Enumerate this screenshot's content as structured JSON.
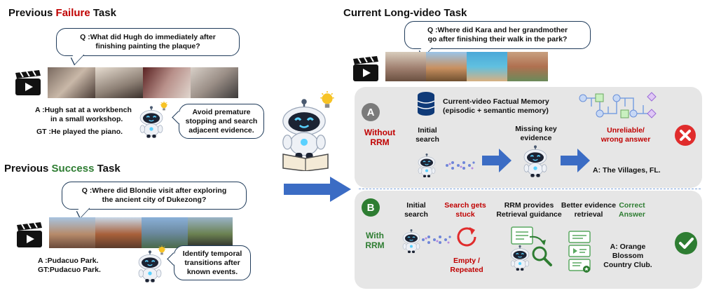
{
  "left": {
    "failure_title_pre": "Previous ",
    "failure_title_hl": "Failure",
    "failure_title_post": " Task",
    "failure_question_l1": "Q :What did Hugh do immediately after",
    "failure_question_l2": "finishing painting the plaque?",
    "failure_answer_l1": "A :Hugh sat at a workbench",
    "failure_answer_l2": "in a small workshop.",
    "failure_gt": "GT :He played the piano.",
    "failure_tip_l1": "Avoid premature",
    "failure_tip_l2": "stopping and search",
    "failure_tip_l3": "adjacent evidence.",
    "success_title_pre": "Previous ",
    "success_title_hl": "Success",
    "success_title_post": " Task",
    "success_question_l1": "Q :Where did Blondie visit after exploring",
    "success_question_l2": "the ancient city of Dukezong?",
    "success_answer": "A  :Pudacuo Park.",
    "success_gt": "GT:Pudacuo Park.",
    "success_tip_l1": "Identify temporal",
    "success_tip_l2": "transitions after",
    "success_tip_l3": "known events."
  },
  "right": {
    "title": "Current Long-video Task",
    "question_l1": "Q :Where did Kara and her grandmother",
    "question_l2": "go after finishing their walk in the park?",
    "panelA": {
      "badge": "A",
      "label_l1": "Without",
      "label_l2": "RRM",
      "memory_l1": "Current-video Factual Memory",
      "memory_l2": "(episodic + semantic memory)",
      "initial_l1": "Initial",
      "initial_l2": "search",
      "missing_l1": "Missing key",
      "missing_l2": "evidence",
      "unreliable_l1": "Unreliable/",
      "unreliable_l2": "wrong answer",
      "answer": "A:  The Villages, FL."
    },
    "panelB": {
      "badge": "B",
      "label_l1": "With",
      "label_l2": "RRM",
      "initial_l1": "Initial",
      "initial_l2": "search",
      "stuck_l1": "Search gets",
      "stuck_l2": "stuck",
      "rrm_l1": "RRM provides",
      "rrm_l2": "Retrieval guidance",
      "better_l1": "Better evidence",
      "better_l2": "retrieval",
      "correct_l1": "Correct",
      "correct_l2": "Answer",
      "empty_l1": "Empty /",
      "empty_l2": "Repeated",
      "answer_l1": "A:  Orange",
      "answer_l2": "Blossom",
      "answer_l3": "Country Club."
    }
  },
  "colors": {
    "failure": "#c00000",
    "success": "#2e7d32",
    "arrow": "#3b6cc4"
  },
  "icons": [
    "clapper-icon",
    "robot-icon",
    "database-icon",
    "graph-icon",
    "cross-icon",
    "check-icon",
    "refresh-icon",
    "magnifier-icon",
    "document-icon",
    "bulb-icon"
  ]
}
